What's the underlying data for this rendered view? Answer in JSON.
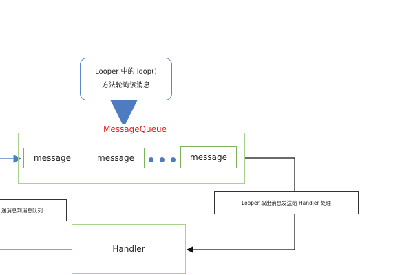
{
  "looper": {
    "line1": "Looper 中的 loop()",
    "line2": "方法轮询该消息"
  },
  "queue": {
    "label": "MessageQueue",
    "messages": [
      "message",
      "message",
      "message"
    ]
  },
  "callouts": {
    "looper_take": "Looper 取出消息发送给 Handler 处理",
    "enqueue": "送消息到消息队列"
  },
  "handler": {
    "label": "Handler"
  },
  "colors": {
    "queue_label": "#e02020",
    "green_border": "#a9d18e",
    "blue_border": "#5b86c8",
    "arrow_blue": "#4f7cc0"
  }
}
